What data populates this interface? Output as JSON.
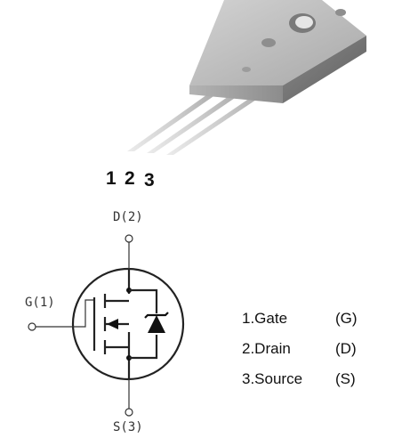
{
  "package": {
    "pin_numbers": [
      "1",
      "2",
      "3"
    ]
  },
  "symbol": {
    "drain_label": "D(2)",
    "gate_label": "G(1)",
    "source_label": "S(3)"
  },
  "legend": {
    "items": [
      {
        "name": "1.Gate",
        "code": "(G)"
      },
      {
        "name": "2.Drain",
        "code": "(D)"
      },
      {
        "name": "3.Source",
        "code": "(S)"
      }
    ]
  },
  "colors": {
    "body": "#9a9a9a",
    "body_light": "#c4c4c4",
    "body_dark": "#6e6e6e",
    "lead": "#d8d8d8",
    "line": "#333333"
  }
}
